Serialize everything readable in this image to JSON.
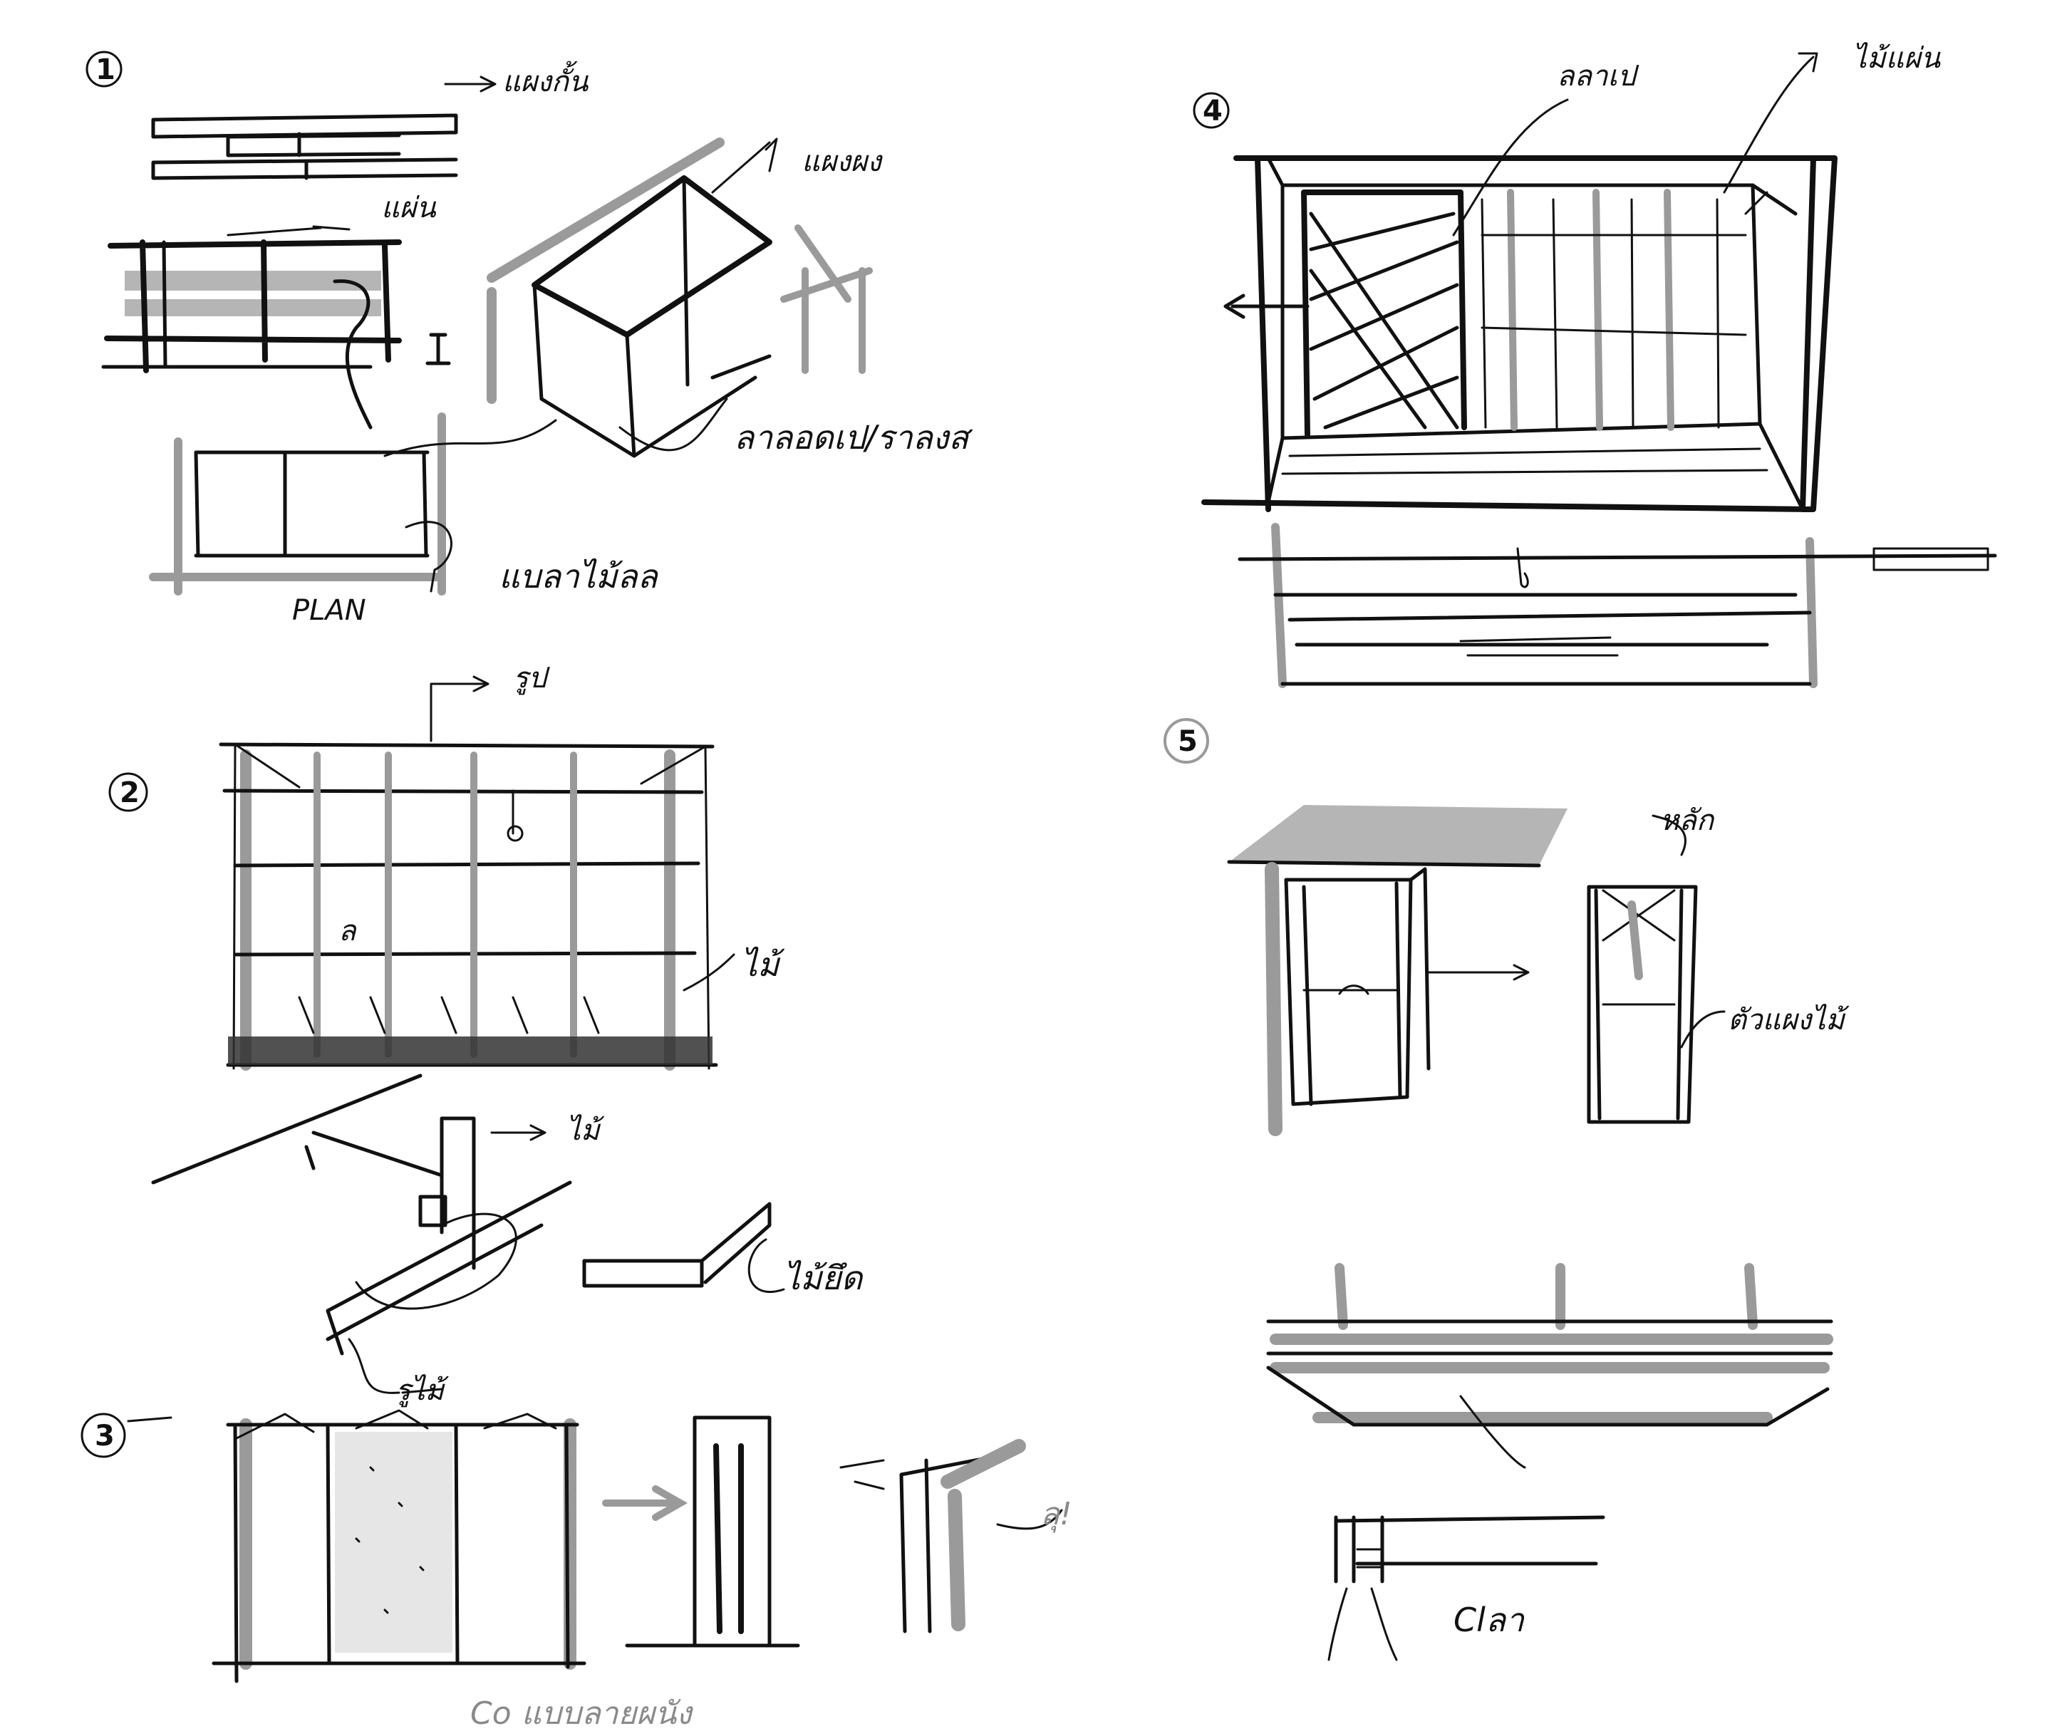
{
  "sketches": [
    {
      "number": "1",
      "notes": [
        "แผงกั้น",
        "แผ่น",
        "แผงผง",
        "ลาลอดเป/ราลงส",
        "แบลาไม้ลล",
        "PLAN"
      ]
    },
    {
      "number": "2",
      "notes": [
        "รูป",
        "ไม้",
        "ไม้",
        "ล",
        "ไม้ยึด"
      ]
    },
    {
      "number": "3",
      "notes": [
        "รูไม้",
        "ลุ!",
        "Co แบบลายผนัง"
      ]
    },
    {
      "number": "4",
      "notes": [
        "ลลาเป",
        "ไม้แผ่น"
      ]
    },
    {
      "number": "5",
      "notes": [
        "หลัก",
        "ตัวแผงไม้",
        "Clลา"
      ]
    }
  ]
}
